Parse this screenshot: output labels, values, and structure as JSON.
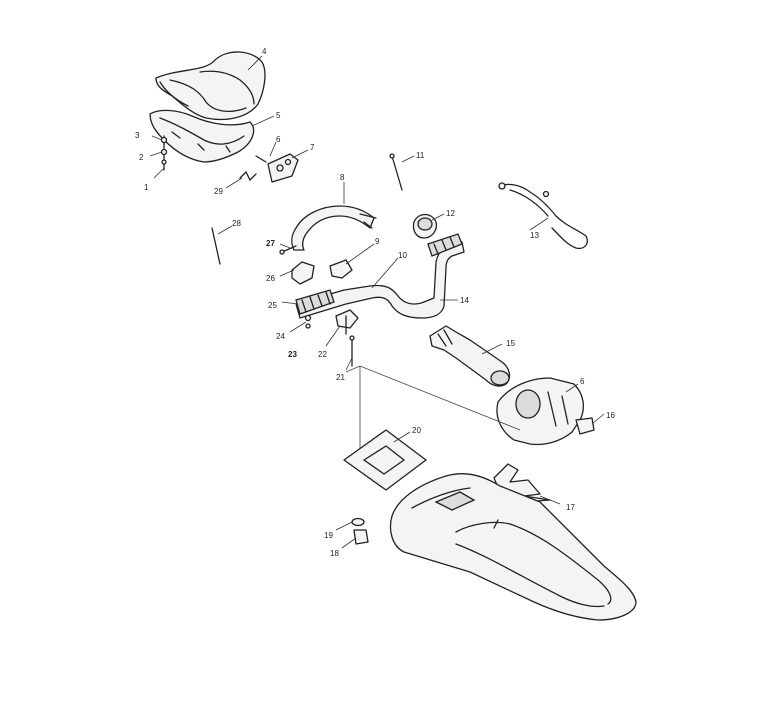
{
  "callouts": [
    {
      "id": "c4",
      "text": "4"
    },
    {
      "id": "c5",
      "text": "5"
    },
    {
      "id": "c3",
      "text": "3"
    },
    {
      "id": "c2",
      "text": "2"
    },
    {
      "id": "c1",
      "text": "1"
    },
    {
      "id": "c6a",
      "text": "6"
    },
    {
      "id": "c7",
      "text": "7"
    },
    {
      "id": "c29",
      "text": "29"
    },
    {
      "id": "c8",
      "text": "8"
    },
    {
      "id": "c11",
      "text": "11"
    },
    {
      "id": "c28",
      "text": "28"
    },
    {
      "id": "c27",
      "text": "27"
    },
    {
      "id": "c26",
      "text": "26"
    },
    {
      "id": "c9",
      "text": "9"
    },
    {
      "id": "c10",
      "text": "10"
    },
    {
      "id": "c12",
      "text": "12"
    },
    {
      "id": "c13",
      "text": "13"
    },
    {
      "id": "c14",
      "text": "14"
    },
    {
      "id": "c25",
      "text": "25"
    },
    {
      "id": "c24",
      "text": "24"
    },
    {
      "id": "c23",
      "text": "23"
    },
    {
      "id": "c22",
      "text": "22"
    },
    {
      "id": "c21",
      "text": "21"
    },
    {
      "id": "c15",
      "text": "15"
    },
    {
      "id": "c6b",
      "text": "6"
    },
    {
      "id": "c16",
      "text": "16"
    },
    {
      "id": "c20",
      "text": "20"
    },
    {
      "id": "c17",
      "text": "17"
    },
    {
      "id": "c19",
      "text": "19"
    },
    {
      "id": "c18",
      "text": "18"
    }
  ]
}
